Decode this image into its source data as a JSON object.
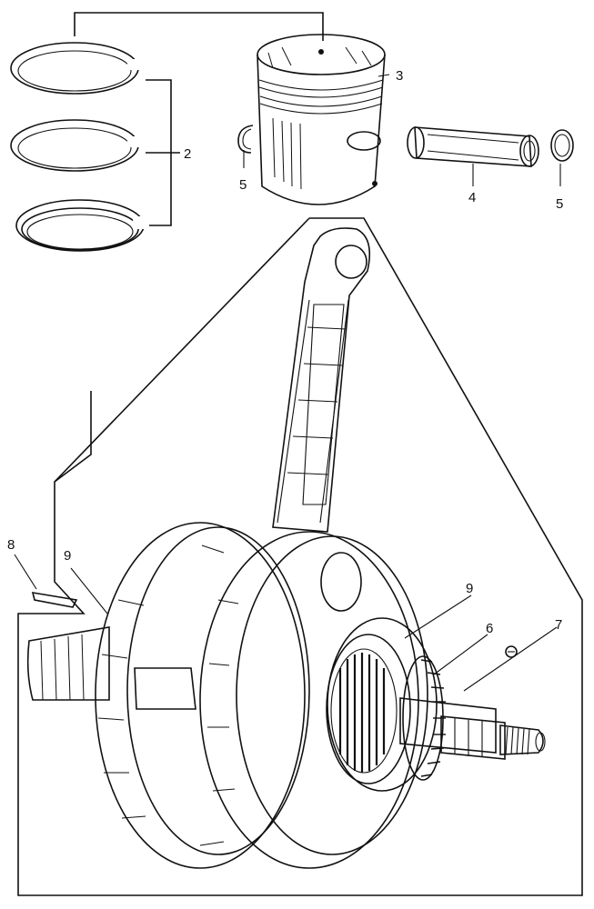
{
  "diagram": {
    "callouts": {
      "rings": "2",
      "piston": "3",
      "pin": "4",
      "clip_left": "5",
      "clip_right": "5",
      "gear": "6",
      "key_small": "7",
      "key_left": "8",
      "left_bearing": "9",
      "right_bearing": "9"
    },
    "icons": [
      "piston-ring",
      "piston",
      "piston-pin",
      "circlip",
      "connecting-rod",
      "crankshaft",
      "woodruff-key",
      "gear"
    ]
  }
}
